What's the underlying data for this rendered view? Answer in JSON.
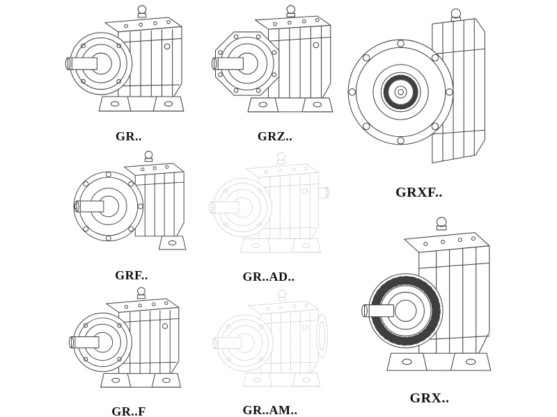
{
  "page": {
    "background": "#ffffff"
  },
  "colors": {
    "line": "#3f3f3f",
    "ghost_line": "#bfbfbf",
    "label_text": "#101010"
  },
  "figures": {
    "gr": {
      "label": "GR..",
      "style": "solid",
      "drawing": "foot-mounted-helical-gear-unit-line-drawing"
    },
    "grz": {
      "label": "GRZ..",
      "style": "solid",
      "drawing": "foot-mounted-gear-unit-with-bolted-front-flange-line-drawing"
    },
    "grxf": {
      "label": "GRXF..",
      "style": "solid",
      "drawing": "large-flange-mounted-gear-unit-front-view-line-drawing"
    },
    "grf": {
      "label": "GRF..",
      "style": "solid",
      "drawing": "flange-mounted-helical-gear-unit-line-drawing"
    },
    "grad": {
      "label": "GR..AD..",
      "style": "ghost",
      "drawing": "gear-unit-with-input-adapter-faint-line-drawing"
    },
    "grx": {
      "label": "GRX..",
      "style": "solid",
      "drawing": "large-foot-mounted-gear-unit-with-radial-fins-line-drawing"
    },
    "grff": {
      "label": "GR..F",
      "style": "solid",
      "drawing": "foot-mounted-helical-gear-unit-line-drawing"
    },
    "gram": {
      "label": "GR..AM..",
      "style": "ghost",
      "drawing": "gear-unit-with-motor-adapter-flange-faint-line-drawing"
    }
  }
}
